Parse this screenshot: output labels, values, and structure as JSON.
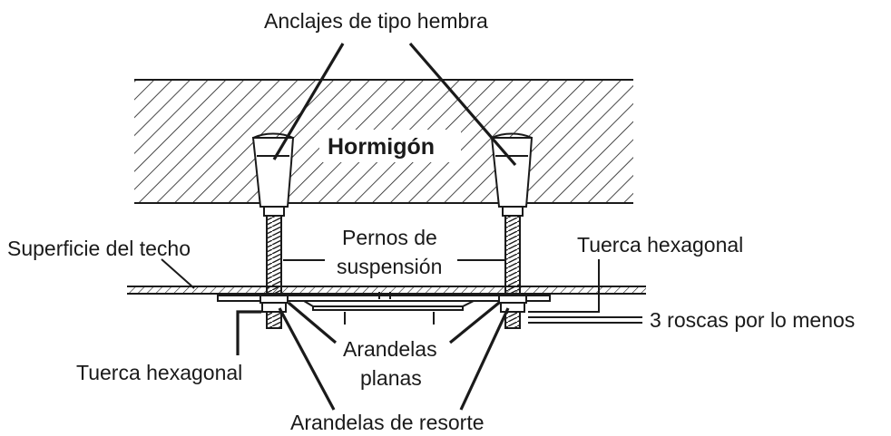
{
  "labels": {
    "anchors": "Anclajes de tipo hembra",
    "concrete": "Hormigón",
    "ceiling_surface": "Superficie del techo",
    "bolts_line1": "Pernos de",
    "bolts_line2": "suspensión",
    "hex_nut_right": "Tuerca hexagonal",
    "threads": "3 roscas por lo menos",
    "hex_nut_left": "Tuerca hexagonal",
    "flat_washers_line1": "Arandelas",
    "flat_washers_line2": "planas",
    "spring_washers": "Arandelas de resorte"
  }
}
